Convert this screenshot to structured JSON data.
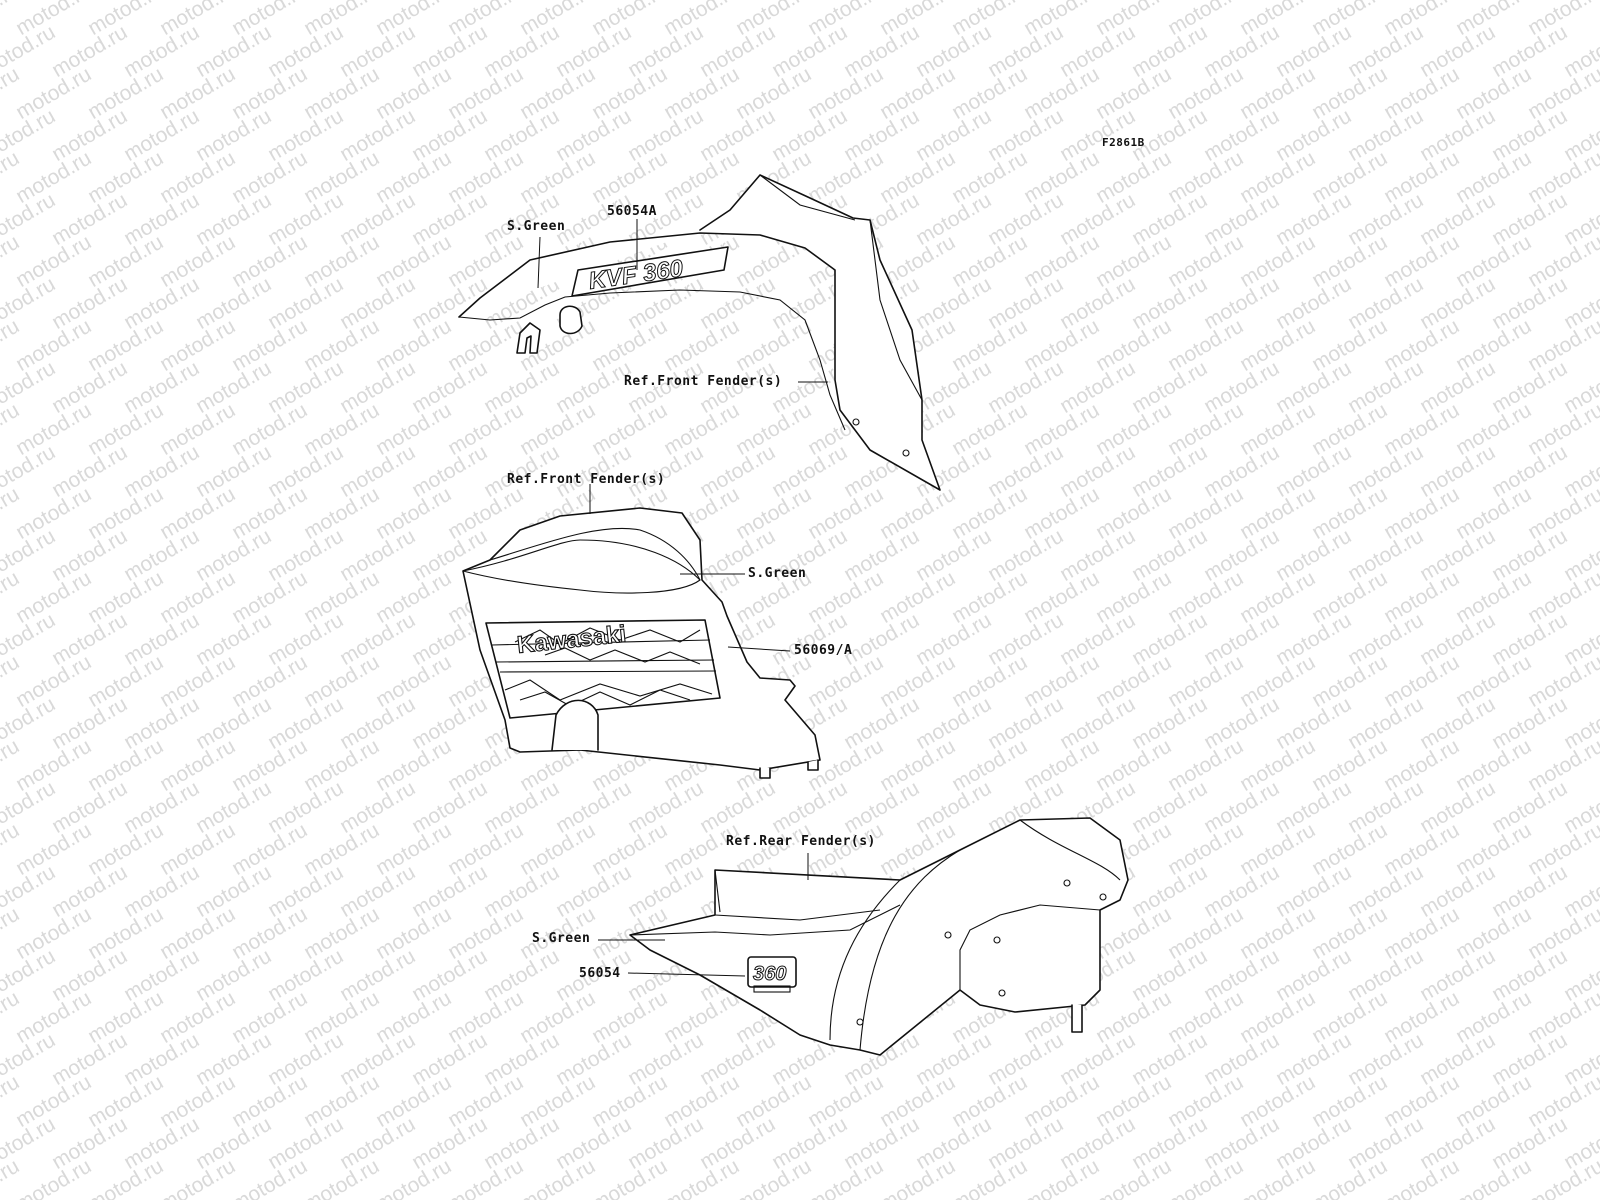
{
  "figure_code": "F2861B",
  "watermark_text": "motod.ru",
  "upper_fender": {
    "color_label": "S.Green",
    "decal_part": "56054A",
    "decal_text": "KVF 360",
    "ref_label": "Ref.Front Fender(s)"
  },
  "middle_fender": {
    "ref_label": "Ref.Front Fender(s)",
    "color_label": "S.Green",
    "decal_part": "56069/A",
    "decal_text": "Kawasaki"
  },
  "rear_fender": {
    "ref_label": "Ref.Rear Fender(s)",
    "color_label": "S.Green",
    "decal_part": "56054",
    "badge_text": "360"
  },
  "colors": {
    "line": "#111111",
    "watermark": "#d9d9d9",
    "background": "#ffffff"
  }
}
